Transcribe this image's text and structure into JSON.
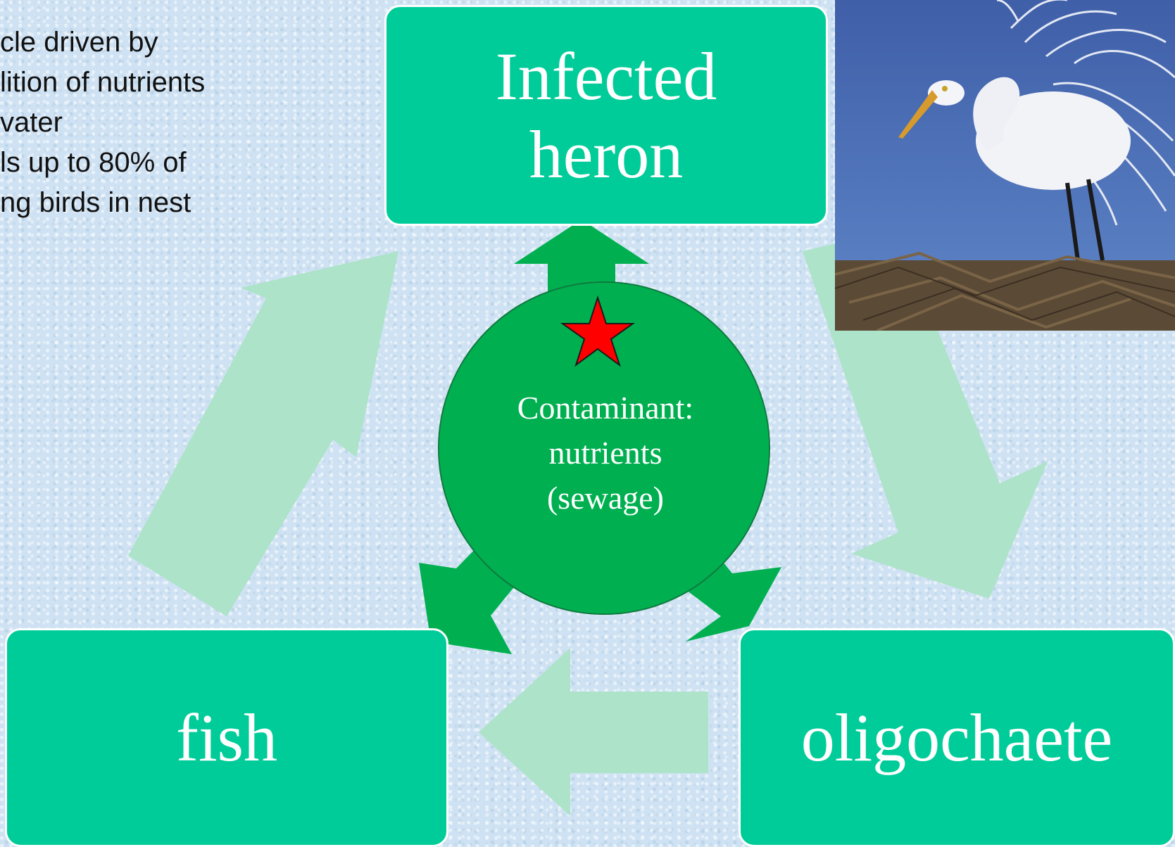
{
  "bullets": [
    "cle driven by",
    "lition of nutrients",
    "vater",
    "ls up to 80% of",
    "ng birds in nest"
  ],
  "boxes": {
    "heron": {
      "line1": "Infected",
      "line2": "heron"
    },
    "fish": "fish",
    "oligochaete": "oligochaete"
  },
  "center": {
    "line1": "Contaminant:",
    "line2": "nutrients",
    "line3": "(sewage)"
  },
  "colors": {
    "box_fill": "#00cc9a",
    "center_fill": "#00b050",
    "cycle_arrow": "#ade3c9",
    "star": "#ff0000",
    "background": "#cfe2f3"
  },
  "icons": {
    "star": "red-star-icon",
    "photo": "great-egret-photo"
  }
}
